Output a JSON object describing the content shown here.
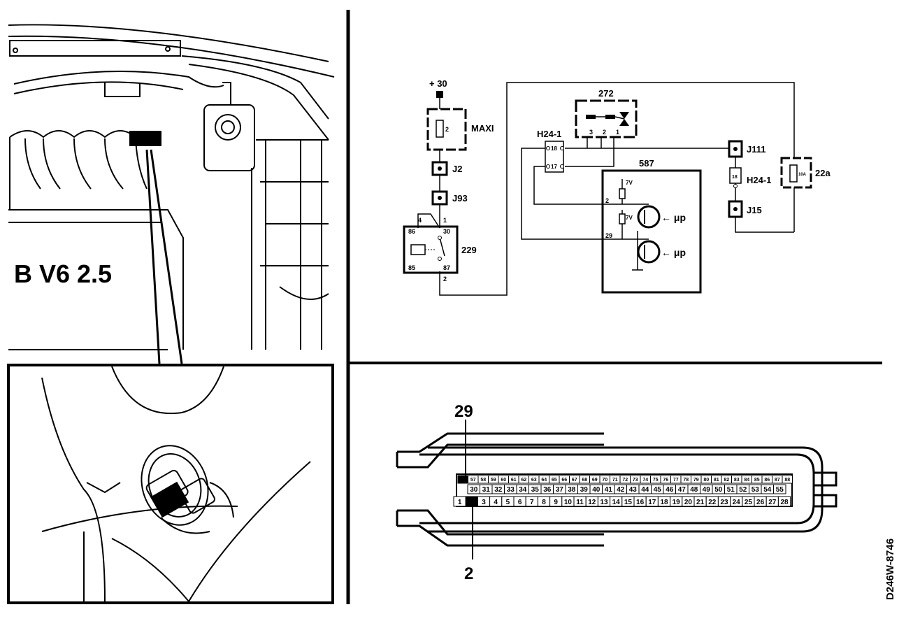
{
  "engine_bay": {
    "badge_text": "B   V6 2.5"
  },
  "circuit": {
    "supply": {
      "label": "+ 30"
    },
    "maxi": {
      "label": "MAXI",
      "pin": "2"
    },
    "connectors": {
      "j2": "J2",
      "j93": "J93",
      "j111": "J111",
      "j15": "J15"
    },
    "relay_229": {
      "label": "229",
      "pins": {
        "p4": "4",
        "p86": "86",
        "p30": "30",
        "p85": "85",
        "p87": "87"
      },
      "pin_top": "1",
      "pin_bottom": "2"
    },
    "h24_left": {
      "label": "H24-1",
      "pin_a": "18",
      "pin_b": "17"
    },
    "h24_right": {
      "label": "H24-1",
      "pin": "18"
    },
    "component_272": {
      "label": "272",
      "pins": [
        "3",
        "2",
        "1"
      ]
    },
    "ecu_587": {
      "label": "587",
      "pin_2": "2",
      "pin_29": "29",
      "v1": "7V",
      "v2": "7V",
      "up1": "← μp",
      "up2": "← μp"
    },
    "fuse_22a": {
      "label": "22a",
      "fuse": "10A"
    }
  },
  "connector_face": {
    "callout_top": "29",
    "callout_bottom": "2",
    "top_row": [
      "29",
      "57",
      "58",
      "59",
      "60",
      "61",
      "62",
      "63",
      "64",
      "65",
      "66",
      "67",
      "68",
      "69",
      "70",
      "71",
      "72",
      "73",
      "74",
      "75",
      "76",
      "77",
      "78",
      "79",
      "80",
      "81",
      "82",
      "83",
      "84",
      "85",
      "86",
      "87",
      "88"
    ],
    "mid_row": [
      "30",
      "31",
      "32",
      "33",
      "34",
      "35",
      "36",
      "37",
      "38",
      "39",
      "40",
      "41",
      "42",
      "43",
      "44",
      "45",
      "46",
      "47",
      "48",
      "49",
      "50",
      "51",
      "52",
      "53",
      "54",
      "55"
    ],
    "bottom_row": [
      "1",
      "2",
      "3",
      "4",
      "5",
      "6",
      "7",
      "8",
      "9",
      "10",
      "11",
      "12",
      "13",
      "14",
      "15",
      "16",
      "17",
      "18",
      "19",
      "20",
      "21",
      "22",
      "23",
      "24",
      "25",
      "26",
      "27",
      "28"
    ]
  },
  "drawing_id": "D246W-8746"
}
